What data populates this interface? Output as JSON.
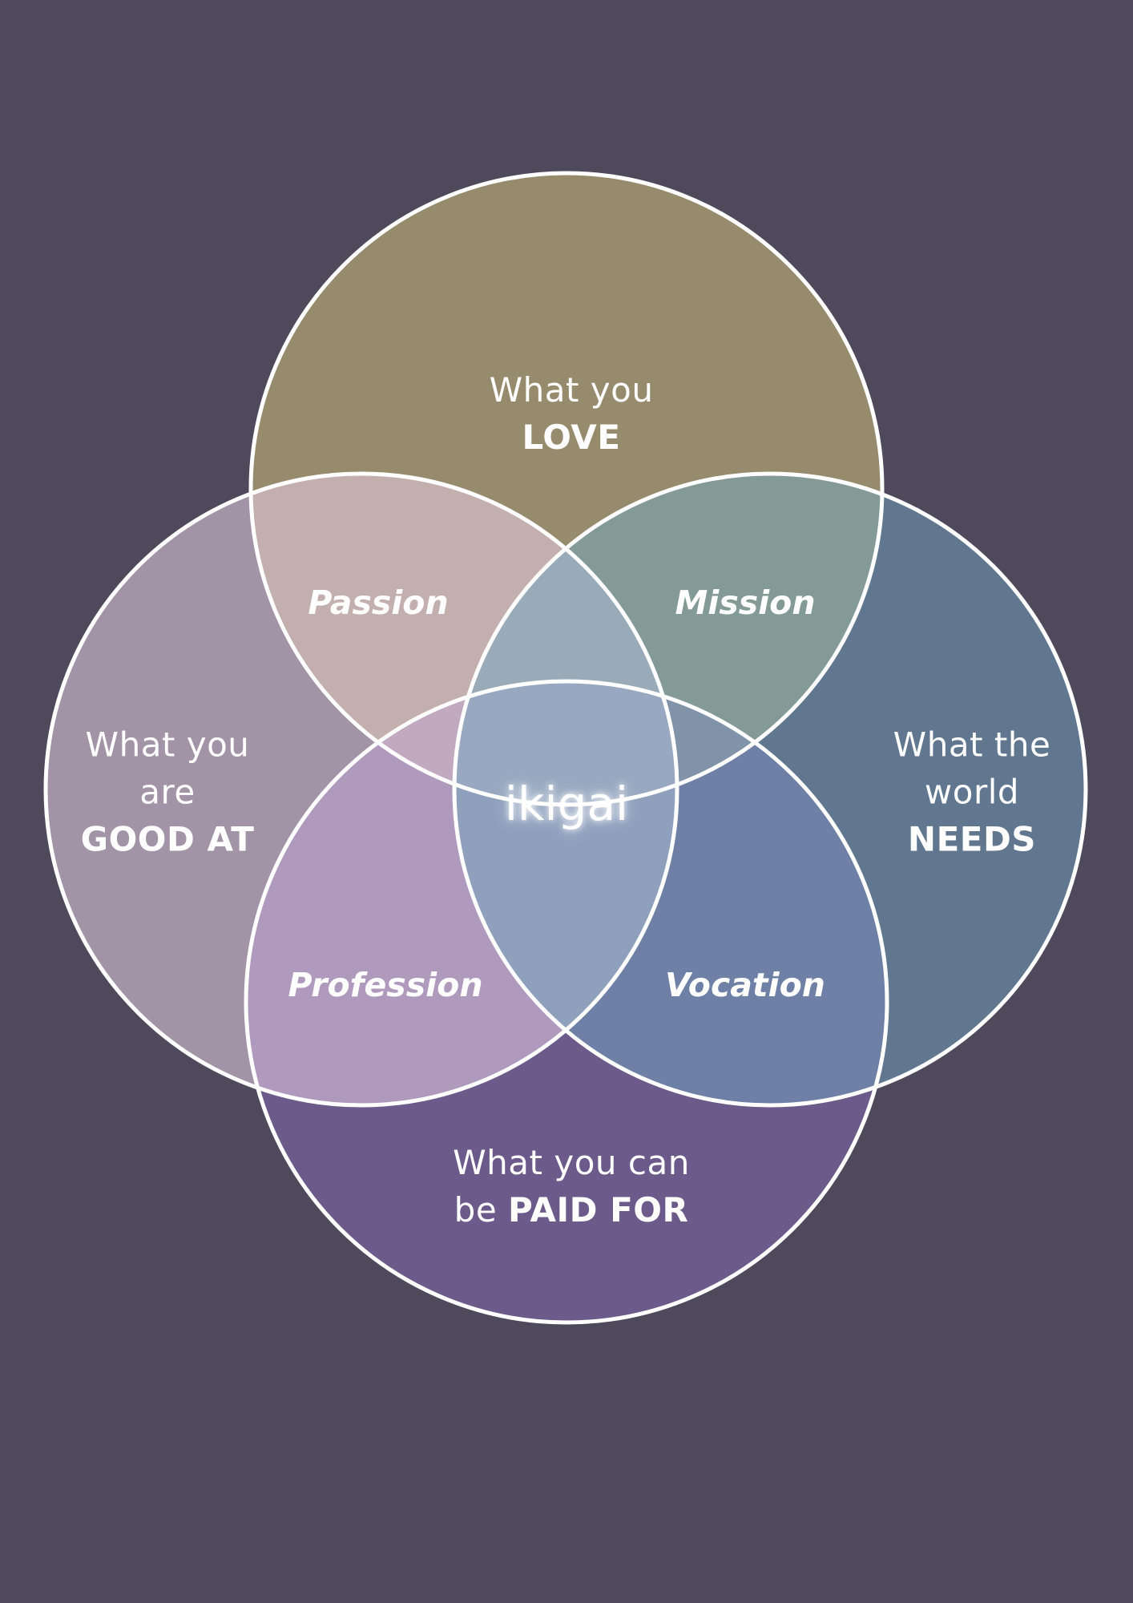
{
  "circles": {
    "love": {
      "line1": "What you",
      "emphasis": "LOVE",
      "color": "#978b6e"
    },
    "good_at": {
      "line1": "What you",
      "line2": "are",
      "emphasis": "GOOD AT",
      "color": "#a294a6"
    },
    "needs": {
      "line1": "What the",
      "line2": "world",
      "emphasis": "NEEDS",
      "color": "#60778f"
    },
    "paid_for": {
      "line1": "What you can",
      "prefix": "be",
      "emphasis": "PAID FOR",
      "color": "#6c5a8a"
    }
  },
  "overlaps": {
    "passion": {
      "label": "Passion",
      "color": "#c3b0ae"
    },
    "mission": {
      "label": "Mission",
      "color": "#849a97"
    },
    "profession": {
      "label": "Profession",
      "color": "#af9abd"
    },
    "vocation": {
      "label": "Vocation",
      "color": "#6e80a6"
    }
  },
  "triple_overlaps": {
    "love_good_needs": {
      "color": "#99abb9"
    },
    "good_paid_love": {
      "color": "#c1a9c0"
    },
    "love_needs_paid": {
      "color": "#8193a9"
    },
    "good_needs_paid": {
      "color": "#8fa0bd"
    }
  },
  "center": {
    "label": "ikigai",
    "color": "#97a8c0"
  },
  "outline_color": "#ffffff",
  "background_color": "#4e4a5c"
}
